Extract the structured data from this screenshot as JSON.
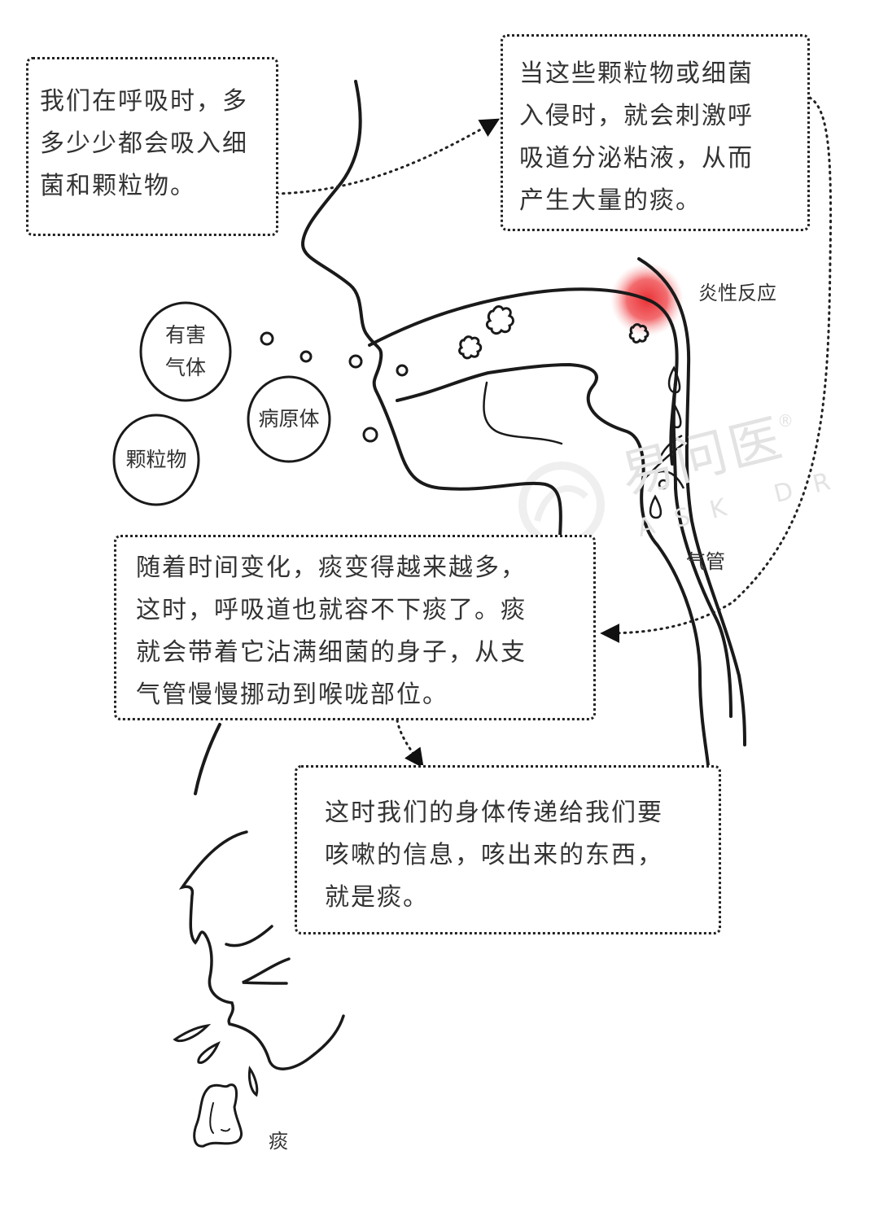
{
  "callouts": {
    "breathing": {
      "text": "我们在呼吸时，多\n多少少都会吸入细\n菌和颗粒物。"
    },
    "mucus": {
      "text": "当这些颗粒物或细菌\n入侵时，就会刺激呼\n吸道分泌粘液，从而\n产生大量的痰。"
    },
    "accumulation": {
      "text": "随着时间变化，痰变得越来越多，\n这时，呼吸道也就容不下痰了。痰\n就会带着它沾满细菌的身子，从支\n气管慢慢挪动到喉咙部位。"
    },
    "cough": {
      "text": "这时我们的身体传递给我们要\n咳嗽的信息，咳出来的东西，\n就是痰。"
    }
  },
  "bubbles": {
    "harmful_gas": {
      "line1": "有害",
      "line2": "气体"
    },
    "pathogen": "病原体",
    "particles": "颗粒物"
  },
  "labels": {
    "inflammation": "炎性反应",
    "trachea": "气管",
    "phlegm": "痰"
  },
  "watermark": {
    "brand": "易问医",
    "sub": "ASK DR",
    "registered": "®"
  },
  "colors": {
    "line": "#1a1a1a",
    "inflammation": "#e8262b",
    "text": "#333333",
    "watermark": "#e3e3e3"
  }
}
